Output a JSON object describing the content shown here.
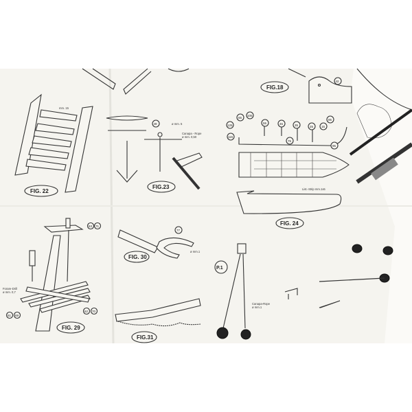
{
  "figures": {
    "fig22": {
      "label": "FIG. 22",
      "dimension": "mm. 15"
    },
    "fig23": {
      "label": "FIG.23",
      "part": "49",
      "eye_note": "ø mm. 5",
      "rope_note_1": "Canapa - Rope",
      "rope_note_2": "ø mm. 0,50"
    },
    "fig18": {
      "label": "FIG.18",
      "part": "42"
    },
    "fig24": {
      "label": "FIG. 24",
      "parts": [
        "125",
        "65",
        "105",
        "55",
        "45",
        "35",
        "25",
        "15",
        "85",
        "115",
        "75",
        "95"
      ],
      "strip_note": "List.-Strip mm.1x5"
    },
    "fig29": {
      "label": "FIG. 29",
      "parts_top": [
        "63",
        "71"
      ],
      "parts_left": [
        "61",
        "69"
      ],
      "parts_right": [
        "62",
        "70"
      ],
      "drill_note_1": "Forare-Drill",
      "drill_note_2": "ø mm. 0,7"
    },
    "fig30": {
      "label": "FIG. 30",
      "part": "77",
      "dimension": "ø mm.1"
    },
    "fig31": {
      "label": "FIG.31"
    },
    "p1": {
      "label": "P.1",
      "rope_note_1": "Canapa-Rope",
      "rope_note_2": "ø mm.1"
    }
  },
  "colors": {
    "paper": "#f5f4ef",
    "ink": "#222222"
  }
}
